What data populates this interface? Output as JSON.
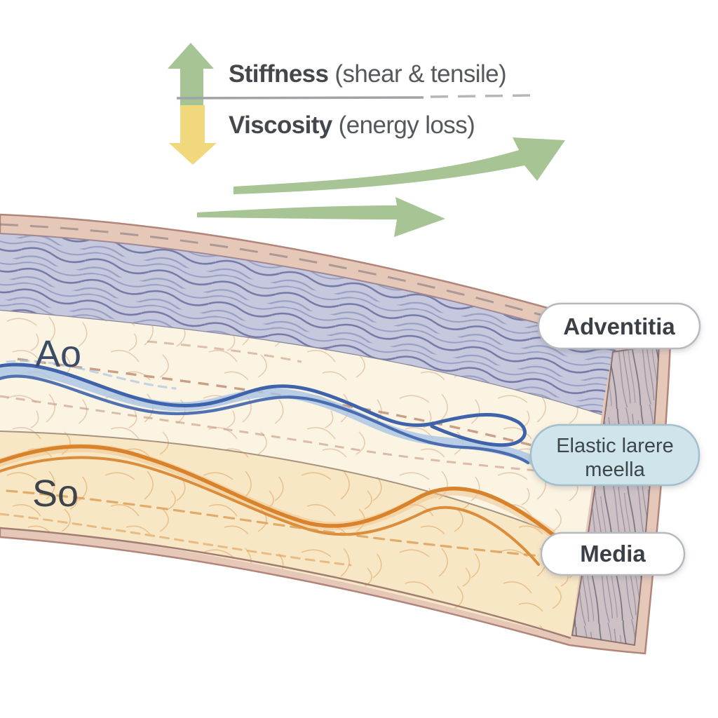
{
  "figure": {
    "description": "Arterial wall layered cross-section illustration with stiffness/viscosity legend"
  },
  "legend": {
    "stiffness": {
      "term": "Stiffness",
      "paren": "(shear & tensile)"
    },
    "viscosity": {
      "term": "Viscosity",
      "paren": "(energy loss)"
    },
    "icons": {
      "up": "up-arrow-icon",
      "down": "down-arrow-icon",
      "trend_upper": "curved-up-right-arrow-icon",
      "trend_lower": "right-arrow-icon"
    }
  },
  "diagram": {
    "inline_labels": {
      "ao": "Ao",
      "so": "So"
    },
    "layer_labels": {
      "adventitia": "Adventitia",
      "elastic_line1": "Elastic larere",
      "elastic_line2": "meella",
      "media": "Media"
    }
  },
  "colors": {
    "arrow_green": "#a7c594",
    "arrow_yellow": "#f2d87d",
    "outer_wall": "#e6c8b9",
    "adventitia_layer": "#c6c8de",
    "elastic_layer": "#fbf4e3",
    "media_layer": "#f8e7c5",
    "cut_edge": "#cdc1c5",
    "elastic_pill": "#cfe4eb",
    "white_pill": "#ffffff",
    "elastic_fiber": "#3e63ab",
    "elastic_fiber_light": "#a9c4e3",
    "media_fiber": "#d8832c",
    "media_fiber_halo": "#f1c690",
    "legend_text": "#474a4e",
    "ao_label": "#3c4b68",
    "so_label": "#3f444a"
  }
}
